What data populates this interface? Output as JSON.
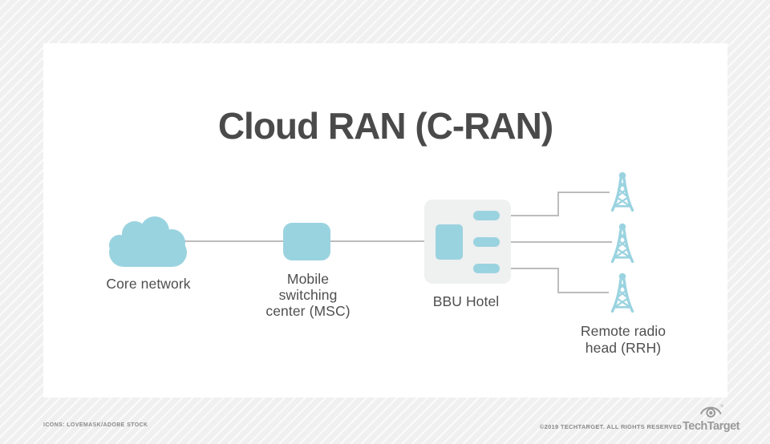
{
  "title": "Cloud RAN (C-RAN)",
  "diagram": {
    "core": {
      "label": "Core network"
    },
    "msc": {
      "label": "Mobile\nswitching\ncenter (MSC)"
    },
    "bbu": {
      "label": "BBU Hotel"
    },
    "rrh": {
      "label": "Remote radio\nhead (RRH)"
    }
  },
  "footer": {
    "credits": "ICONS: LOVEMASK/ADOBE STOCK",
    "copyright": "©2019 TECHTARGET. ALL RIGHTS RESERVED",
    "brand": "TechTarget",
    "registered_mark": "®"
  },
  "colors": {
    "icon_blue": "#9ad3e0",
    "line_gray": "#bcbcbc",
    "bbu_panel_gray": "#eff0f0",
    "title_dark": "#4a4a4a",
    "label_dark": "#4f4f4f",
    "footer_gray": "#8a8a8a",
    "card_white": "#ffffff",
    "background_gray": "#f0f0f0"
  }
}
